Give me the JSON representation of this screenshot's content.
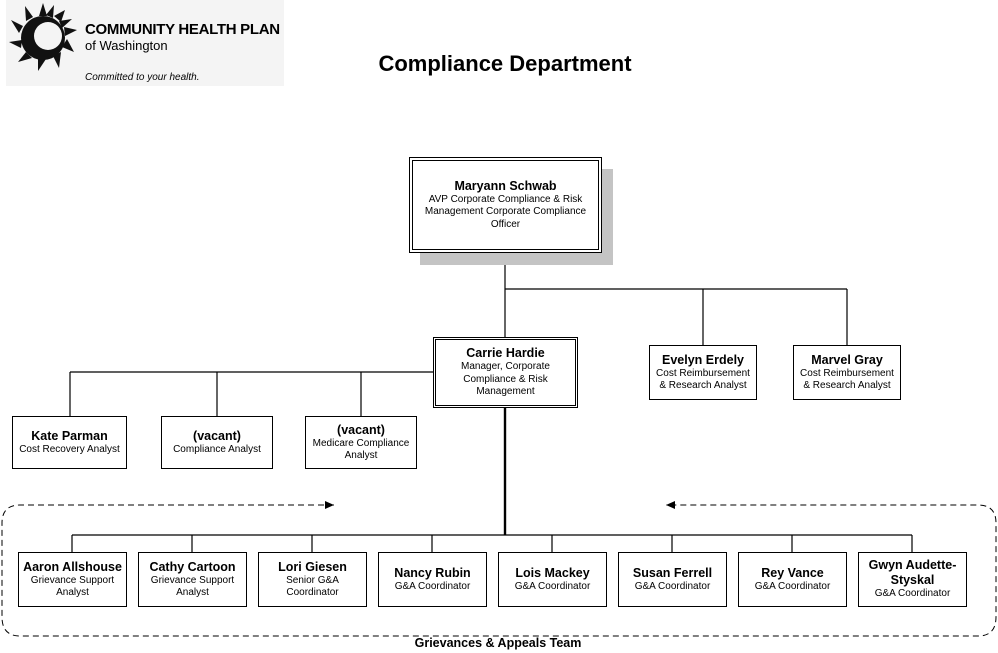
{
  "logo": {
    "name": "COMMUNITY HEALTH PLAN",
    "sub": "of Washington",
    "tagline": "Committed to your health."
  },
  "page": {
    "title": "Compliance Department"
  },
  "org": {
    "avp": {
      "name": "Maryann Schwab",
      "role": "AVP Corporate Compliance & Risk Management Corporate Compliance Officer"
    },
    "manager": {
      "name": "Carrie Hardie",
      "role": "Manager, Corporate Compliance & Risk Management"
    },
    "evelyn": {
      "name": "Evelyn Erdely",
      "role": "Cost Reimbursement & Research Analyst"
    },
    "marvel": {
      "name": "Marvel Gray",
      "role": "Cost Reimbursement & Research Analyst"
    },
    "kate": {
      "name": "Kate Parman",
      "role": "Cost Recovery Analyst"
    },
    "vacant1": {
      "name": "(vacant)",
      "role": "Compliance Analyst"
    },
    "vacant2": {
      "name": "(vacant)",
      "role": "Medicare Compliance Analyst"
    },
    "team": [
      {
        "name": "Aaron Allshouse",
        "role": "Grievance Support Analyst"
      },
      {
        "name": "Cathy Cartoon",
        "role": "Grievance Support Analyst"
      },
      {
        "name": "Lori Giesen",
        "role": "Senior G&A Coordinator"
      },
      {
        "name": "Nancy Rubin",
        "role": "G&A Coordinator"
      },
      {
        "name": "Lois Mackey",
        "role": "G&A Coordinator"
      },
      {
        "name": "Susan Ferrell",
        "role": "G&A Coordinator"
      },
      {
        "name": "Rey Vance",
        "role": "G&A Coordinator"
      },
      {
        "name": "Gwyn Audette-Styskal",
        "role": "G&A Coordinator"
      }
    ],
    "team_label": "Grievances & Appeals Team"
  }
}
